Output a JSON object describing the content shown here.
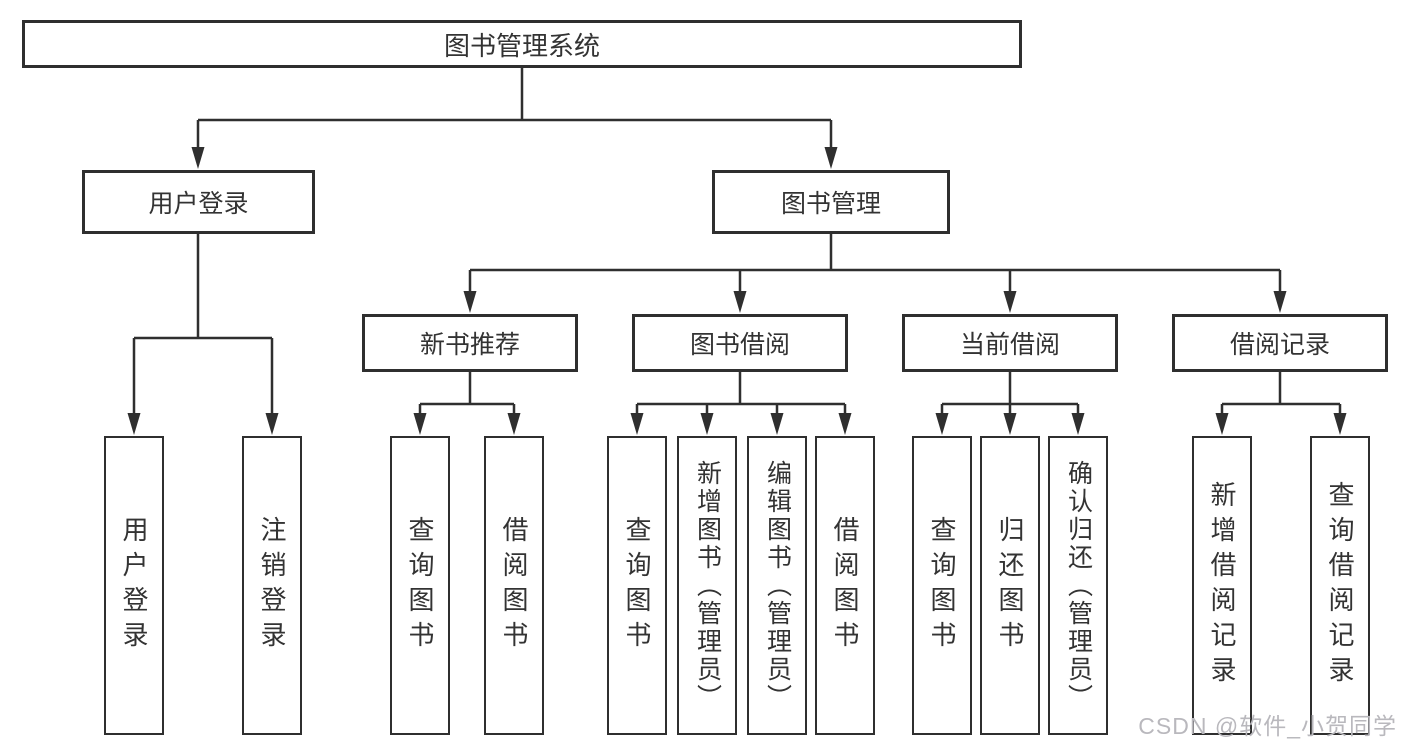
{
  "diagram": {
    "root": {
      "label": "图书管理系统"
    },
    "branches": [
      {
        "label": "用户登录",
        "children": [
          "用户登录",
          "注销登录"
        ]
      },
      {
        "label": "图书管理",
        "sections": [
          {
            "label": "新书推荐",
            "children": [
              "查询图书",
              "借阅图书"
            ]
          },
          {
            "label": "图书借阅",
            "children": [
              "查询图书",
              "新增图书（管理员）",
              "编辑图书（管理员）",
              "借阅图书"
            ]
          },
          {
            "label": "当前借阅",
            "children": [
              "查询图书",
              "归还图书",
              "确认归还（管理员）"
            ]
          },
          {
            "label": "借阅记录",
            "children": [
              "新增借阅记录",
              "查询借阅记录"
            ]
          }
        ]
      }
    ]
  },
  "watermark": {
    "text": "CSDN @软件_小贺同学"
  },
  "colors": {
    "line": "#2f2f2f",
    "text": "#333333",
    "background": "#ffffff",
    "watermark": "#b9b8bd"
  }
}
